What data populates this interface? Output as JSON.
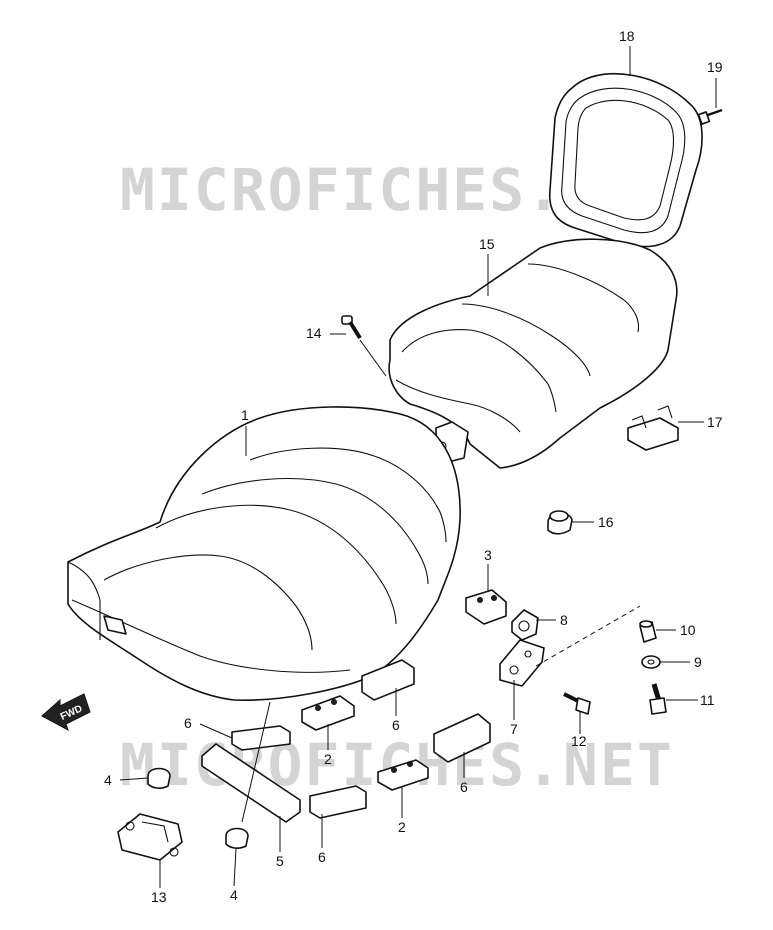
{
  "watermark": "MICROFICHES.NET",
  "fwd_label": "FWD",
  "callouts": {
    "c1": "1",
    "c2a": "2",
    "c2b": "2",
    "c3": "3",
    "c4a": "4",
    "c4b": "4",
    "c5": "5",
    "c6a": "6",
    "c6b": "6",
    "c6c": "6",
    "c6d": "6",
    "c7": "7",
    "c8": "8",
    "c9": "9",
    "c10": "10",
    "c11": "11",
    "c12": "12",
    "c13": "13",
    "c14": "14",
    "c15": "15",
    "c16": "16",
    "c17": "17",
    "c18": "18",
    "c19": "19"
  }
}
